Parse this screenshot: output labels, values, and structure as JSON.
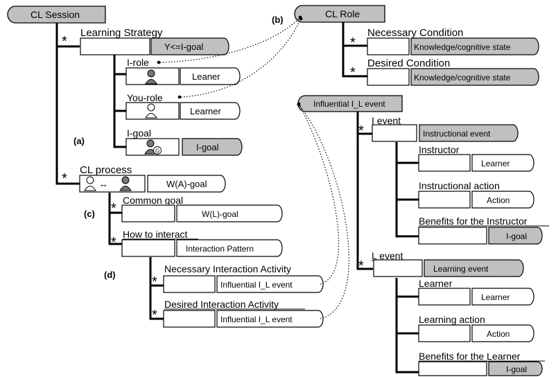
{
  "session": {
    "title": "CL Session"
  },
  "role": {
    "title": "CL Role",
    "necessary_condition": {
      "label": "Necessary Condition",
      "value": "Knowledge/cognitive state"
    },
    "desired_condition": {
      "label": "Desired Condition",
      "value": "Knowledge/cognitive state"
    }
  },
  "strategy": {
    "label": "Learning Strategy",
    "value": "Y<=I-goal",
    "i_role": {
      "label": "I-role",
      "value": "Leaner"
    },
    "you_role": {
      "label": "You-role",
      "value": "Learner"
    },
    "i_goal": {
      "label": "I-goal",
      "value": "I-goal",
      "badge": "G"
    }
  },
  "process": {
    "label": "CL process",
    "value": "W(A)-goal",
    "common_goal": {
      "label": "Common goal",
      "value": "W(L)-goal"
    },
    "how_to_interact": {
      "label": "How to interact",
      "value": "Interaction Pattern"
    },
    "necessary_activity": {
      "label": "Necessary Interaction Activity",
      "value": "Influential I_L event"
    },
    "desired_activity": {
      "label": "Desired Interaction Activity",
      "value": "Influential I_L event"
    }
  },
  "event": {
    "title": "Influential I_L event",
    "i_event": {
      "label": "I event",
      "value": "Instructional event",
      "instructor": {
        "label": "Instructor",
        "value": "Learner"
      },
      "action": {
        "label": "Instructional action",
        "value": "Action"
      },
      "benefits": {
        "label": "Benefits for the Instructor",
        "value": "I-goal"
      }
    },
    "l_event": {
      "label": "L event",
      "value": "Learning event",
      "learner": {
        "label": "Learner",
        "value": "Learner"
      },
      "action": {
        "label": "Learning action",
        "value": "Action"
      },
      "benefits": {
        "label": "Benefits for the Learner",
        "value": "I-goal"
      }
    }
  },
  "annotations": {
    "a": "(a)",
    "b": "(b)",
    "c": "(c)",
    "d": "(d)",
    "star": "*",
    "arrow": "↔"
  }
}
